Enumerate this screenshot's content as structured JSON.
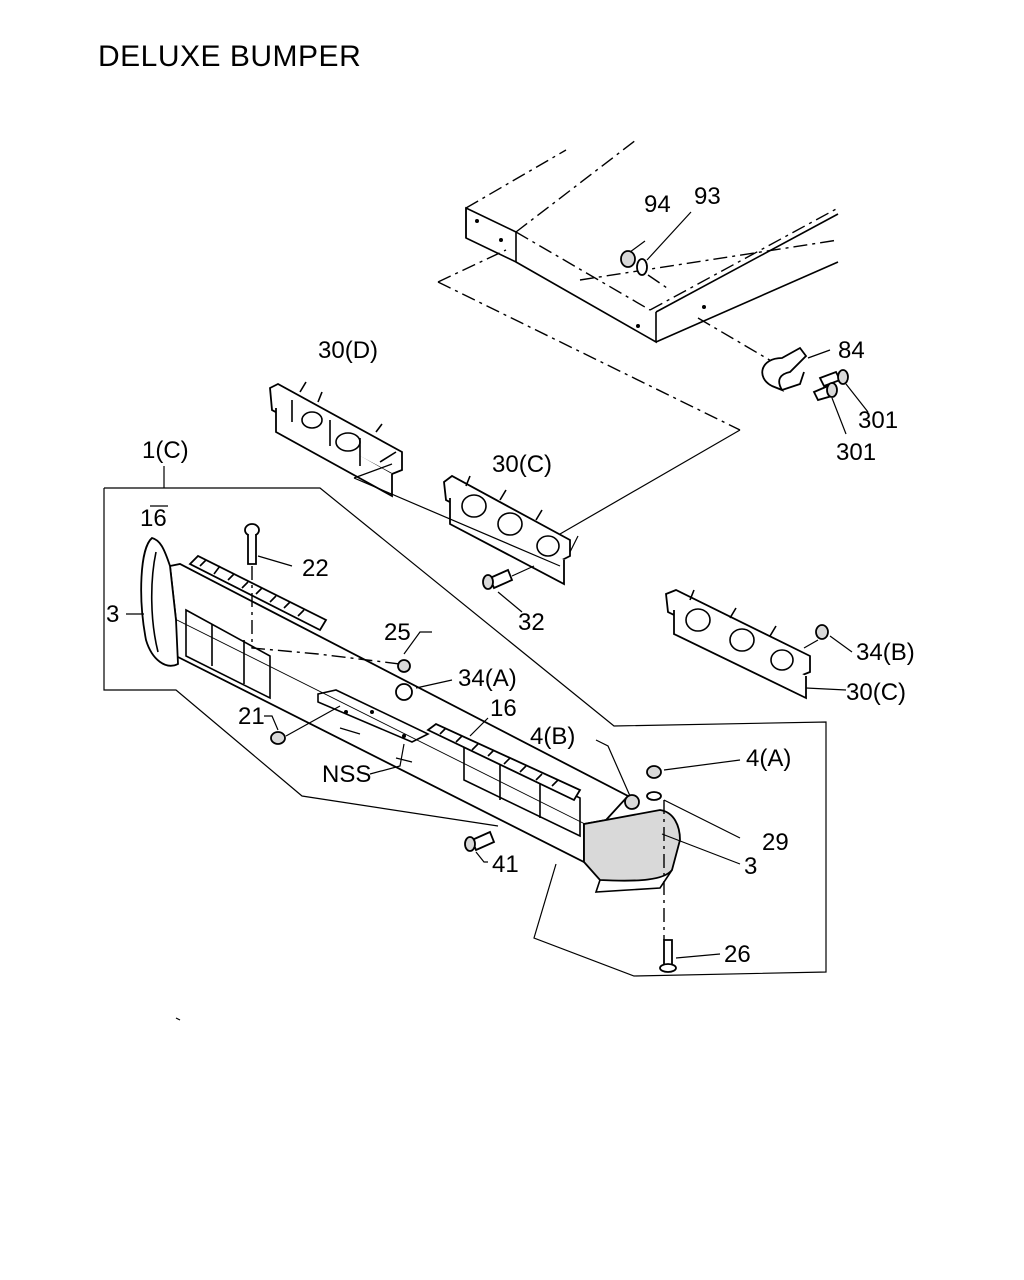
{
  "title": "DELUXE BUMPER",
  "callouts": {
    "c94": "94",
    "c93": "93",
    "c84": "84",
    "c301a": "301",
    "c301b": "301",
    "c30d": "30(D)",
    "c30c_top": "30(C)",
    "c30c_right": "30(C)",
    "c1c": "1(C)",
    "c16a": "16",
    "c16b": "16",
    "c22": "22",
    "c3_left": "3",
    "c3_right": "3",
    "c32": "32",
    "c25": "25",
    "c34a": "34(A)",
    "c34b": "34(B)",
    "c21": "21",
    "c4b": "4(B)",
    "c4a": "4(A)",
    "cnss": "NSS",
    "c29": "29",
    "c41": "41",
    "c26": "26"
  }
}
